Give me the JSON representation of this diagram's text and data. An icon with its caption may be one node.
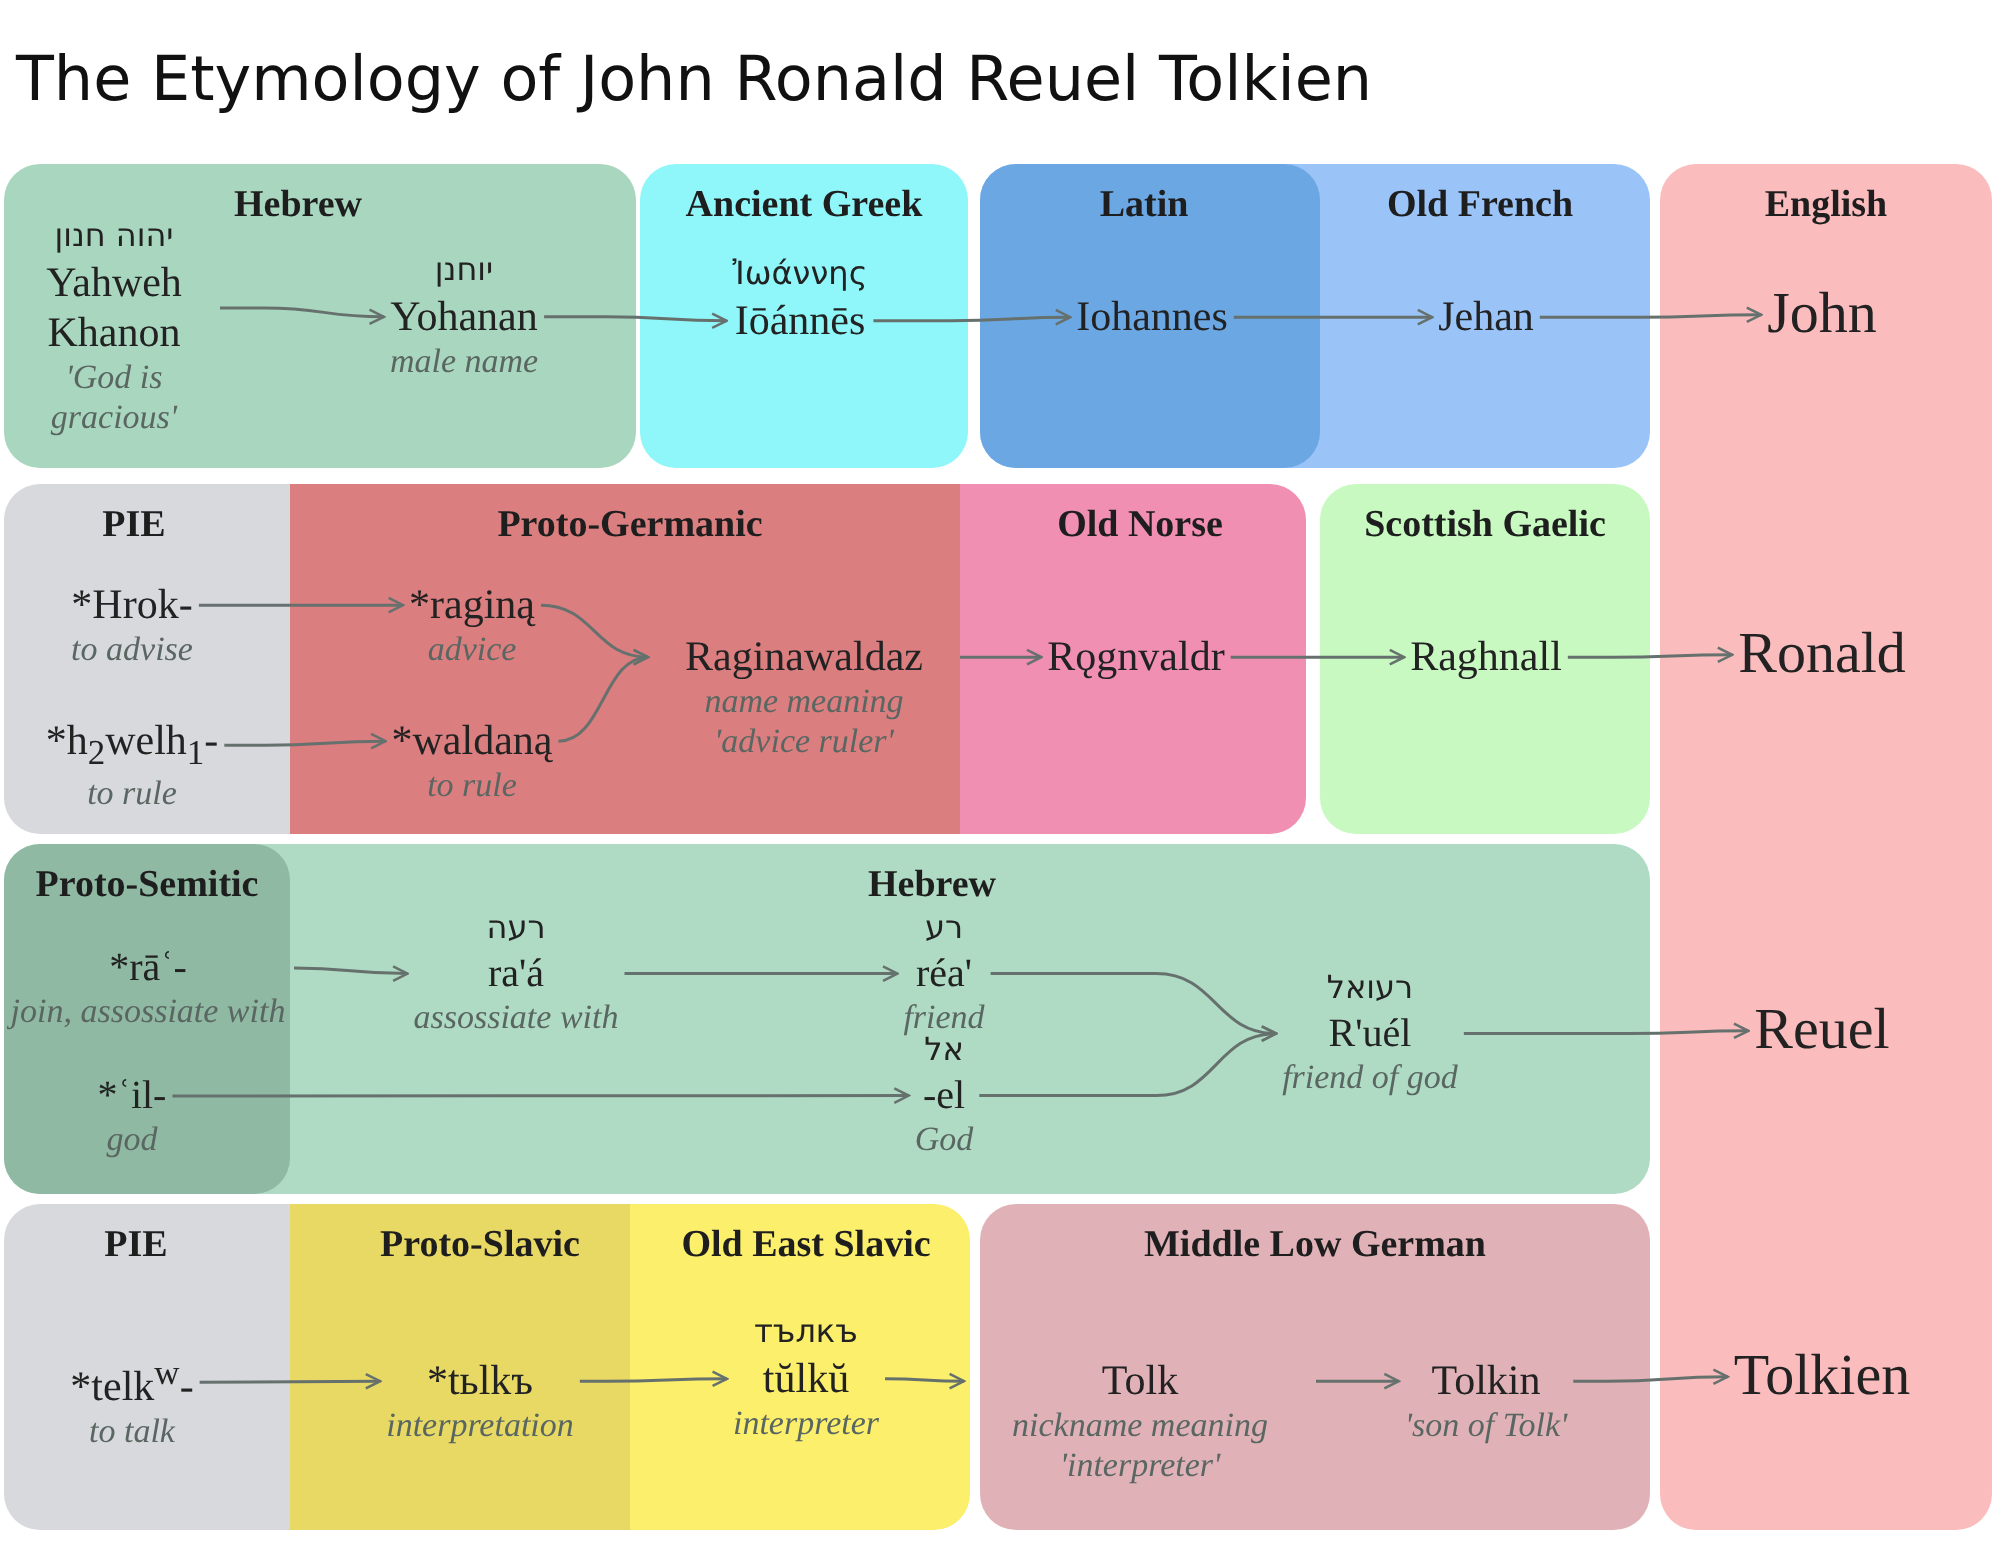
{
  "diagram": {
    "title": "The Etymology of John Ronald Reuel Tolkien",
    "nodes": [
      {
        "text": [
          "Hebrew"
        ]
      },
      {
        "text": [
          "יהוה חנון",
          "Yahweh Khanon",
          "'God is gracious'"
        ],
        "in": 0
      },
      {
        "text": [
          "יוחנן",
          "Yohanan",
          "male name"
        ],
        "in": 0
      },
      {
        "text": [
          "Ancient Greek"
        ]
      },
      {
        "text": [
          "Ἰωάννης",
          "Iōánnēs"
        ],
        "in": 3
      },
      {
        "text": [
          "Latin"
        ],
        "in": 7
      },
      {
        "text": [
          "Iohannes"
        ],
        "in": 5
      },
      {
        "text": [
          "Old French"
        ]
      },
      {
        "text": [
          "Jehan"
        ],
        "in": 7
      },
      {
        "text": [
          "English"
        ]
      },
      {
        "text": [
          "John"
        ],
        "in": 9
      },
      {
        "text": [
          "PIE"
        ]
      },
      {
        "text": [
          "*Hrok-",
          "to advise"
        ],
        "in": 11
      },
      {
        "text": [
          "*h$_{2}$welh$_{1}$-",
          "to rule"
        ],
        "in": 11
      },
      {
        "text": [
          "Proto-Germanic"
        ]
      },
      {
        "text": [
          "*raginą",
          "advice"
        ],
        "in": 14
      },
      {
        "text": [
          "*waldaną",
          "to rule"
        ],
        "in": 14
      },
      {
        "text": [
          "Raginawaldaz",
          "name meaning 'advice ruler'"
        ],
        "in": 14
      },
      {
        "text": [
          "Old Norse"
        ]
      },
      {
        "text": [
          "Rǫgnvaldr"
        ],
        "in": 18
      },
      {
        "text": [
          "Scottish Gaelic"
        ]
      },
      {
        "text": [
          "Raghnall"
        ],
        "in": 20
      },
      {
        "text": [
          "Ronald"
        ],
        "in": 9
      },
      {
        "text": [
          "Hebrew"
        ]
      },
      {
        "text": [
          "Proto-Semitic"
        ],
        "in": 23
      },
      {
        "text": [
          "*rāʿ-",
          "join, assossiate with"
        ],
        "in": 24
      },
      {
        "text": [
          "*ʿil-",
          "god"
        ],
        "in": 24
      },
      {
        "text": [
          "רעה",
          "ra'á",
          "assossiate with"
        ],
        "in": 23
      },
      {
        "text": [
          "רע",
          "réa'",
          "friend"
        ],
        "in": 23
      },
      {
        "text": [
          "אל",
          "-el",
          "God"
        ],
        "in": 23
      },
      {
        "text": [
          "רעואל",
          "R'uél",
          "friend of god"
        ],
        "in": 23
      },
      {
        "text": [
          "Reuel"
        ],
        "in": 9
      },
      {
        "text": [
          "PIE"
        ]
      },
      {
        "text": [
          "*telk$^{w}$-",
          "to talk"
        ],
        "in": 32
      },
      {
        "text": [
          "Proto-Slavic"
        ]
      },
      {
        "text": [
          "*tьlkъ",
          "interpretation"
        ],
        "in": 34
      },
      {
        "text": [
          "Old East Slavic"
        ]
      },
      {
        "text": [
          "тълкъ",
          "tŭlkŭ",
          "interpreter"
        ],
        "in": 36
      },
      {
        "text": [
          "Middle Low German"
        ]
      },
      {
        "text": [
          "Tolk",
          "nickname meaning 'interpreter'"
        ],
        "in": 38
      },
      {
        "text": [
          "Tolkin",
          "'son of Tolk'"
        ],
        "in": 38
      },
      {
        "text": [
          "Tolkien"
        ],
        "in": 9
      }
    ],
    "edges": [
      {
        "from": 1,
        "to": 2,
        "arrow": "to"
      },
      {
        "from": 2,
        "to": 4,
        "arrow": "to"
      },
      {
        "from": 4,
        "to": 6,
        "arrow": "to"
      },
      {
        "from": 6,
        "to": 8,
        "arrow": "to"
      },
      {
        "from": 8,
        "to": 10,
        "arrow": "to"
      },
      {
        "from": 12,
        "to": 15,
        "arrow": "to"
      },
      {
        "from": 13,
        "to": 16,
        "arrow": "to"
      },
      {
        "from": 15,
        "to": 17,
        "arrow": "to"
      },
      {
        "from": 16,
        "to": 17,
        "arrow": "to"
      },
      {
        "from": 17,
        "to": 19,
        "arrow": "to"
      },
      {
        "from": 19,
        "to": 21,
        "arrow": "to"
      },
      {
        "from": 21,
        "to": 22,
        "arrow": "to"
      },
      {
        "from": 25,
        "to": 27,
        "arrow": "to"
      },
      {
        "from": 27,
        "to": 28,
        "arrow": "to"
      },
      {
        "from": 26,
        "to": 29,
        "arrow": "to"
      },
      {
        "from": 28,
        "to": 30,
        "arrow": "to"
      },
      {
        "from": 29,
        "to": 30,
        "arrow": "to"
      },
      {
        "from": 30,
        "to": 31,
        "arrow": "to"
      },
      {
        "from": 33,
        "to": 35,
        "arrow": "to"
      },
      {
        "from": 35,
        "to": 37,
        "arrow": "to"
      },
      {
        "from": 37,
        "to": 39,
        "arrow": "to"
      },
      {
        "from": 39,
        "to": 40,
        "arrow": "to"
      },
      {
        "from": 40,
        "to": 41,
        "arrow": "to"
      }
    ]
  }
}
